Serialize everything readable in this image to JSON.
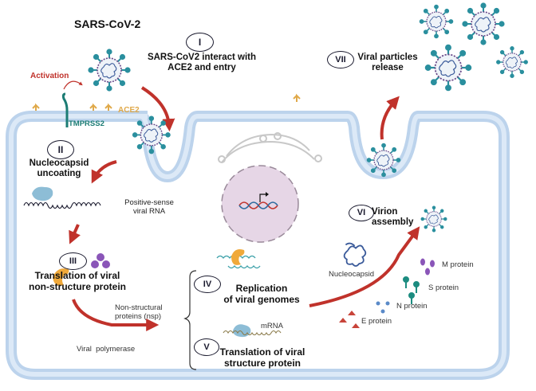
{
  "title": "SARS-CoV-2",
  "colors": {
    "membrane_outer": "#bcd3ec",
    "membrane_inner": "#dce9f7",
    "arrow": "#c0322b",
    "ace2": "#e0a94a",
    "tmprss2": "#1c7c74",
    "spike": "#2a8f9e",
    "nucleus": "#e6d6e6",
    "polymerase": "#f0a93a",
    "nsp": "#8a55b8",
    "ribosome": "#8dbdd6",
    "m_protein": "#8a55b8",
    "s_protein": "#1c8c80",
    "n_protein": "#5a8ac8",
    "e_protein": "#c8443a"
  },
  "labels": {
    "activation": "Activation",
    "ace2": "ACE2",
    "tmprss2": "TMPRSS2",
    "rna": "Positive-sense\nviral RNA",
    "nsp": "Non-structural\nproteins (nsp)",
    "polymerase": "Viral  polymerase",
    "mrna": "mRNA",
    "nucleocapsid": "Nucleocapsid",
    "m_protein": "M protein",
    "s_protein": "S protein",
    "n_protein": "N protein",
    "e_protein": "E protein"
  },
  "steps": [
    {
      "numeral": "I",
      "text": "SARS-CoV2 interact with\nACE2 and entry"
    },
    {
      "numeral": "II",
      "text": "Nucleocapsid\nuncoating"
    },
    {
      "numeral": "III",
      "text": "Translation of viral\nnon-structure  protein"
    },
    {
      "numeral": "IV",
      "text": "Replication\nof viral genomes"
    },
    {
      "numeral": "V",
      "text": "Translation of viral\nstructure protein"
    },
    {
      "numeral": "VI",
      "text": "Virion\nassembly"
    },
    {
      "numeral": "VII",
      "text": "Viral particles\nrelease"
    }
  ]
}
